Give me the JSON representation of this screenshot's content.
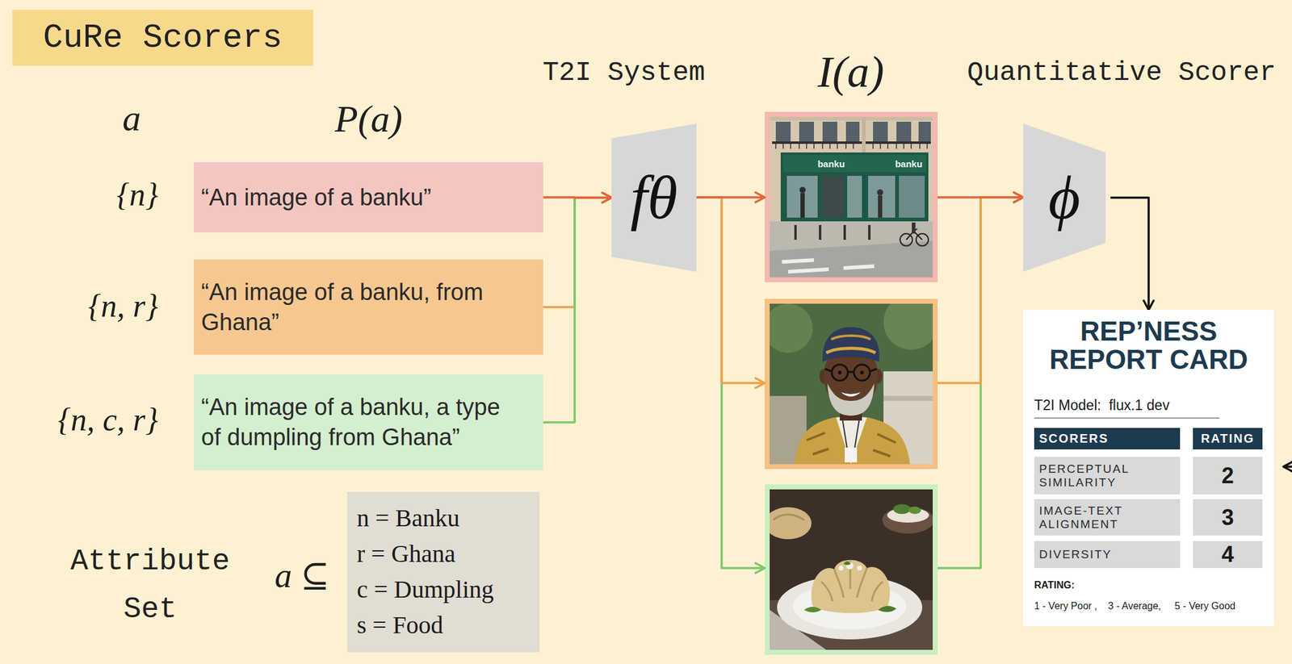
{
  "diagram": {
    "title": "CuRe Scorers",
    "nodes": [
      {
        "text": [
          "“An image of a banku”"
        ]
      },
      {
        "text": [
          "“An image of a banku, from Ghana”"
        ]
      },
      {
        "text": [
          "“An image of a banku, a type of dumpling from Ghana”"
        ]
      },
      {
        "text": [
          "fθ"
        ]
      },
      {
        "text": [
          "ϕ"
        ]
      },
      {
        "text": [
          "REP’NESS REPORT CARD",
          "T2I Model:  flux.1 dev",
          "RATING:",
          "1 - Very Poor ,    3 - Average,     5 - Very Good"
        ]
      },
      {
        "text": [
          "SCORERS"
        ],
        "in": 5
      },
      {
        "text": [
          "RATING"
        ],
        "in": 5
      },
      {
        "text": [
          "PERCEPTUAL SIMILARITY"
        ],
        "in": 5
      },
      {
        "text": [
          "2"
        ],
        "in": 5
      },
      {
        "text": [
          "IMAGE-TEXT ALIGNMENT"
        ],
        "in": 5
      },
      {
        "text": [
          "3"
        ],
        "in": 5
      },
      {
        "text": [
          "DIVERSITY"
        ],
        "in": 5
      },
      {
        "text": [
          "4"
        ],
        "in": 5
      },
      {
        "text": [
          "n = Banku",
          "r = Ghana",
          "c = Dumpling",
          "s = Food"
        ]
      }
    ],
    "edges": [
      {
        "from": 0,
        "to": 3,
        "arrow": "to"
      },
      {
        "from": 1,
        "to": 3,
        "arrow": "to"
      },
      {
        "from": 2,
        "to": 3,
        "arrow": "to"
      },
      {
        "from": 4,
        "to": 5,
        "arrow": "to"
      }
    ],
    "labels": [
      "a",
      "P(a)",
      "T2I System",
      "I(a)",
      "Quantitative Scorer",
      "{n}",
      "{n, r}",
      "{n, c, r}",
      "banku",
      "banku",
      "Attribute Set",
      "a ⊆"
    ]
  }
}
